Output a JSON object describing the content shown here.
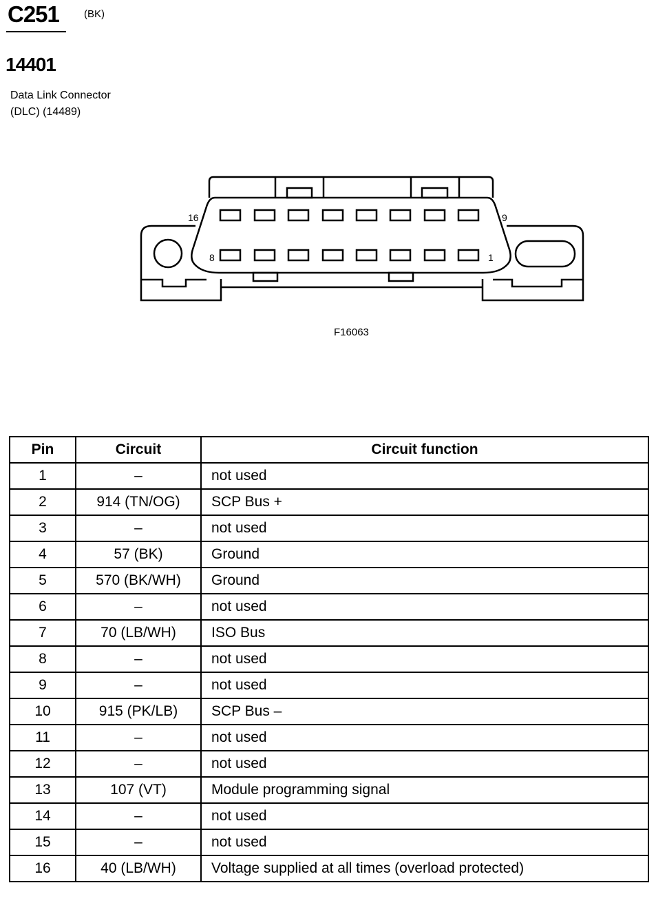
{
  "header": {
    "connector_id": "C251",
    "connector_color": "(BK)",
    "part_number": "14401",
    "description_line1": "Data Link Connector",
    "description_line2": "(DLC) (14489)"
  },
  "diagram": {
    "pin_labels": {
      "top_left": "16",
      "top_right": "9",
      "bottom_left": "8",
      "bottom_right": "1"
    },
    "top_row_count": 8,
    "bottom_row_count": 8,
    "figure_code": "F16063"
  },
  "table": {
    "headers": [
      "Pin",
      "Circuit",
      "Circuit function"
    ],
    "rows": [
      {
        "pin": "1",
        "circuit": "–",
        "function": "not used"
      },
      {
        "pin": "2",
        "circuit": "914 (TN/OG)",
        "function": "SCP Bus +"
      },
      {
        "pin": "3",
        "circuit": "–",
        "function": "not used"
      },
      {
        "pin": "4",
        "circuit": "57 (BK)",
        "function": "Ground"
      },
      {
        "pin": "5",
        "circuit": "570 (BK/WH)",
        "function": "Ground"
      },
      {
        "pin": "6",
        "circuit": "–",
        "function": "not used"
      },
      {
        "pin": "7",
        "circuit": "70 (LB/WH)",
        "function": "ISO Bus"
      },
      {
        "pin": "8",
        "circuit": "–",
        "function": "not used"
      },
      {
        "pin": "9",
        "circuit": "–",
        "function": "not used"
      },
      {
        "pin": "10",
        "circuit": "915 (PK/LB)",
        "function": "SCP Bus –"
      },
      {
        "pin": "11",
        "circuit": "–",
        "function": "not used"
      },
      {
        "pin": "12",
        "circuit": "–",
        "function": "not used"
      },
      {
        "pin": "13",
        "circuit": "107 (VT)",
        "function": "Module programming signal"
      },
      {
        "pin": "14",
        "circuit": "–",
        "function": "not used"
      },
      {
        "pin": "15",
        "circuit": "–",
        "function": "not used"
      },
      {
        "pin": "16",
        "circuit": "40 (LB/WH)",
        "function": "Voltage supplied at all times (overload protected)"
      }
    ]
  }
}
